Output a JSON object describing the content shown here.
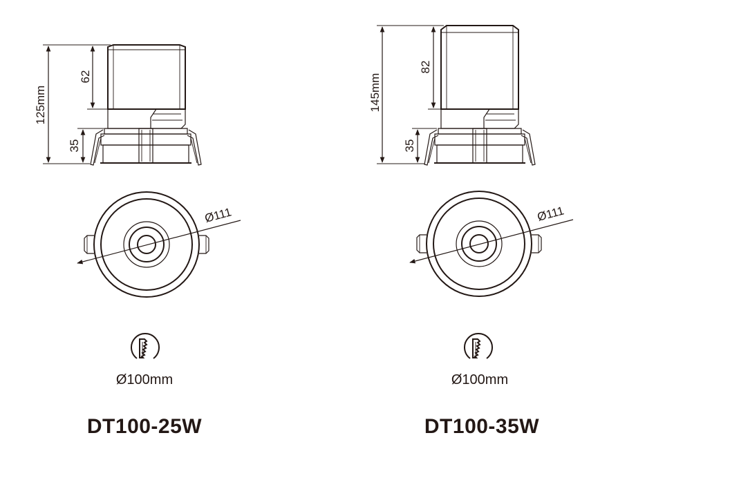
{
  "products": [
    {
      "model": "DT100-25W",
      "total_height": "125mm",
      "body_height": "62",
      "trim_height": "35",
      "outer_diameter": "Ø111",
      "cutout": "Ø100mm",
      "cutout_icon": "cutout-saw-icon"
    },
    {
      "model": "DT100-35W",
      "total_height": "145mm",
      "body_height": "82",
      "trim_height": "35",
      "outer_diameter": "Ø111",
      "cutout": "Ø100mm",
      "cutout_icon": "cutout-saw-icon"
    }
  ],
  "colors": {
    "line": "#231815",
    "background": "#ffffff"
  }
}
